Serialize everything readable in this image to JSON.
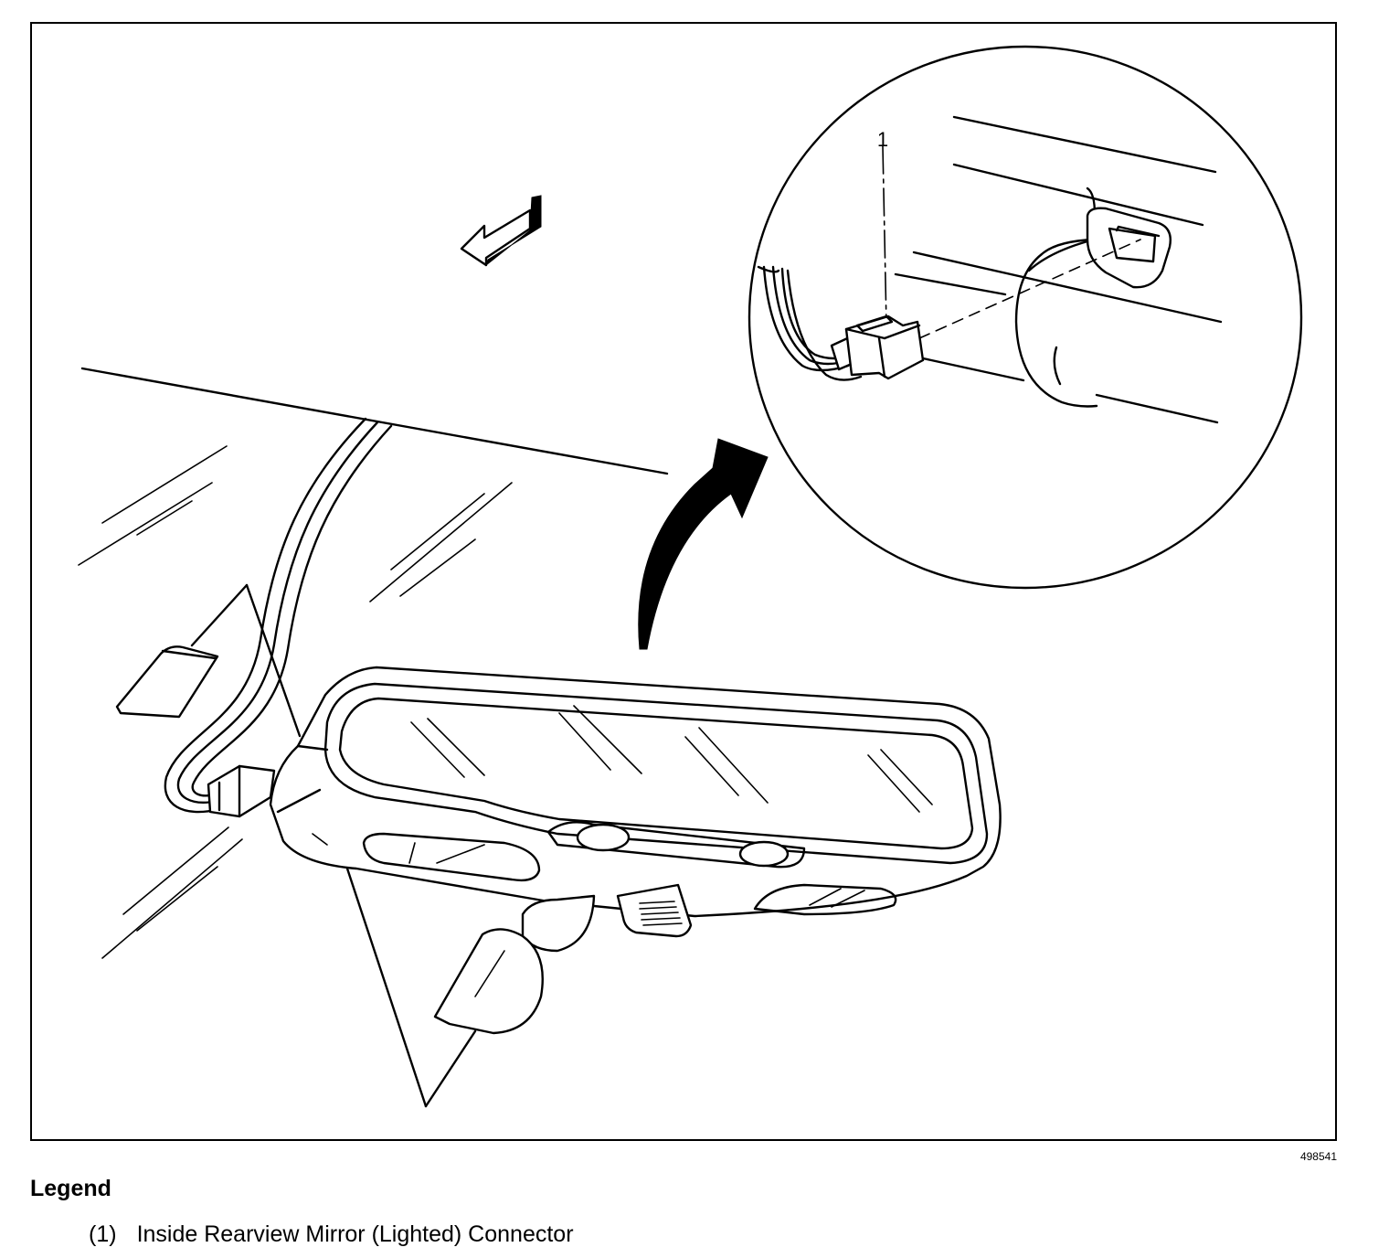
{
  "figure": {
    "id_number": "498541",
    "callout_number": "1"
  },
  "legend": {
    "title": "Legend",
    "items": [
      {
        "number": "(1)",
        "text": "Inside Rearview Mirror (Lighted) Connector"
      }
    ]
  }
}
